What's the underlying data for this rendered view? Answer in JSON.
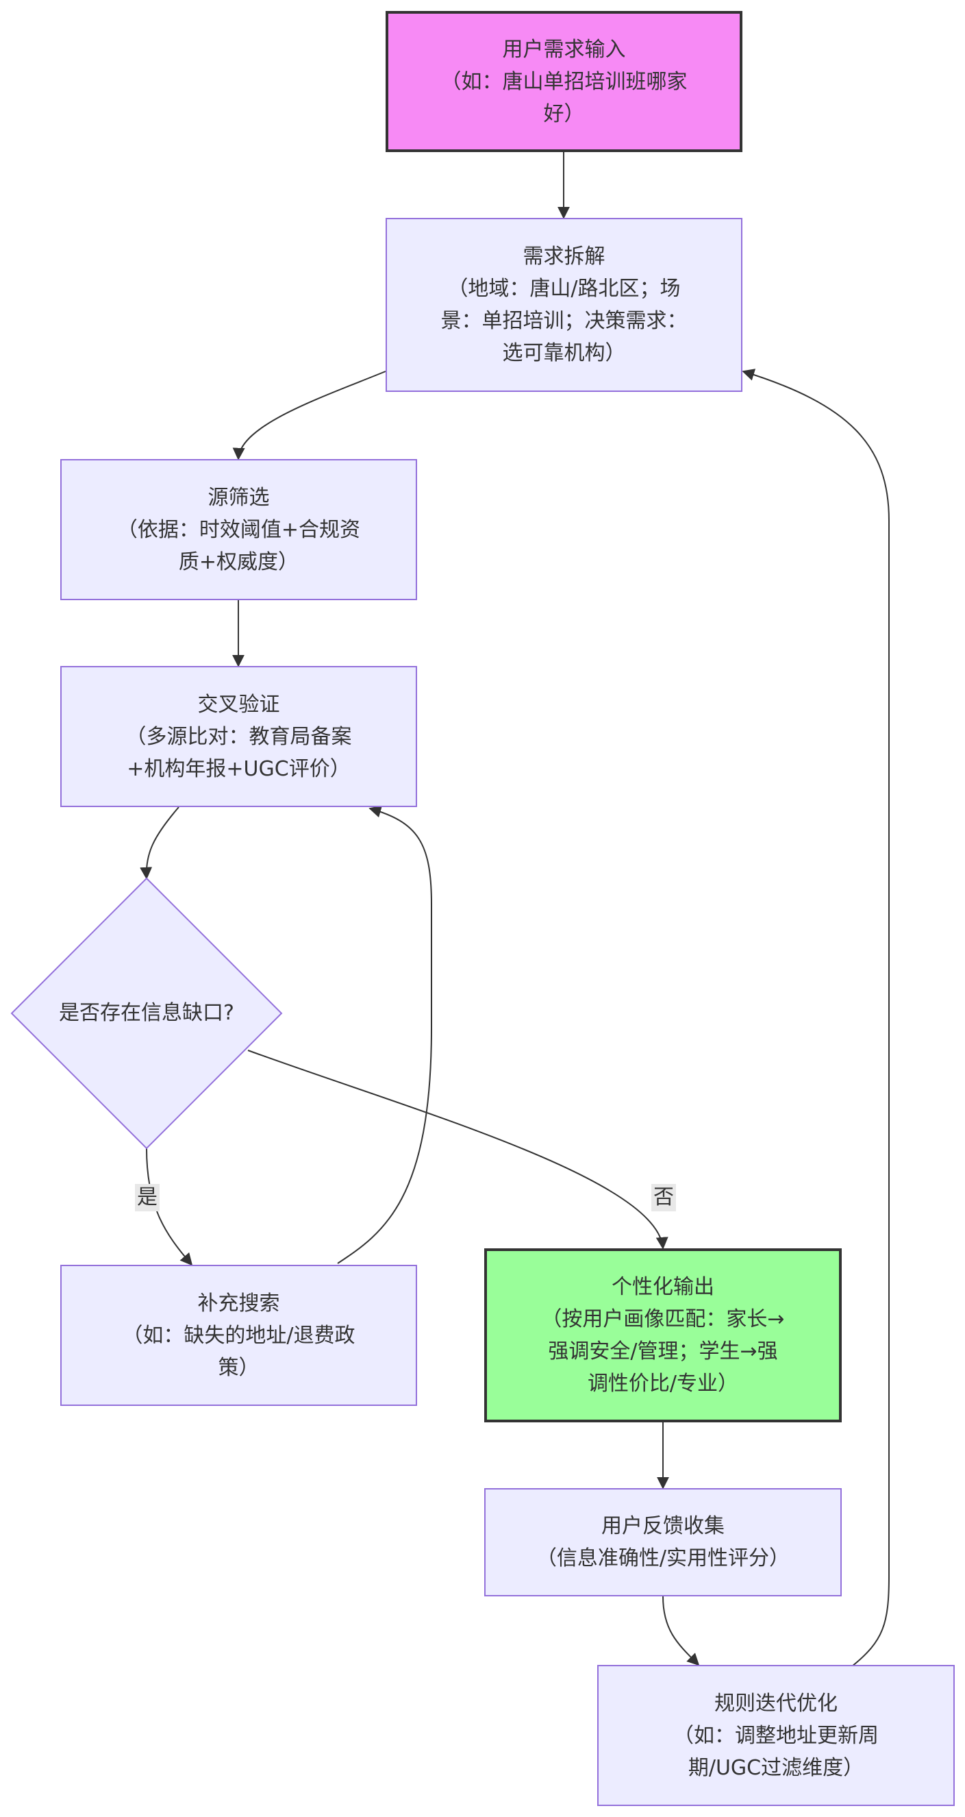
{
  "nodes": {
    "input": {
      "lines": [
        "用户需求输入",
        "（如：唐山单招培训班哪家",
        "好）"
      ]
    },
    "decompose": {
      "lines": [
        "需求拆解",
        "（地域：唐山/路北区；场",
        "景：单招培训；决策需求：",
        "选可靠机构）"
      ]
    },
    "filter": {
      "lines": [
        "源筛选",
        "（依据：时效阈值+合规资",
        "质+权威度）"
      ]
    },
    "verify": {
      "lines": [
        "交叉验证",
        "（多源比对：教育局备案",
        "+机构年报+UGC评价）"
      ]
    },
    "decision": {
      "label": "是否存在信息缺口?"
    },
    "supplement": {
      "lines": [
        "补充搜索",
        "（如：缺失的地址/退费政",
        "策）"
      ]
    },
    "output": {
      "lines": [
        "个性化输出",
        "（按用户画像匹配：家长→",
        "强调安全/管理；学生→强",
        "调性价比/专业）"
      ]
    },
    "feedback": {
      "lines": [
        "用户反馈收集",
        "（信息准确性/实用性评分）"
      ]
    },
    "iterate": {
      "lines": [
        "规则迭代优化",
        "（如：调整地址更新周",
        "期/UGC过滤维度）"
      ]
    }
  },
  "edges": {
    "yes_label": "是",
    "no_label": "否"
  },
  "colors": {
    "default_fill": "#ececff",
    "default_stroke": "#9370db",
    "input_fill": "#f78af5",
    "output_fill": "#99fe99",
    "highlight_stroke": "#333333",
    "edge": "#333333"
  }
}
